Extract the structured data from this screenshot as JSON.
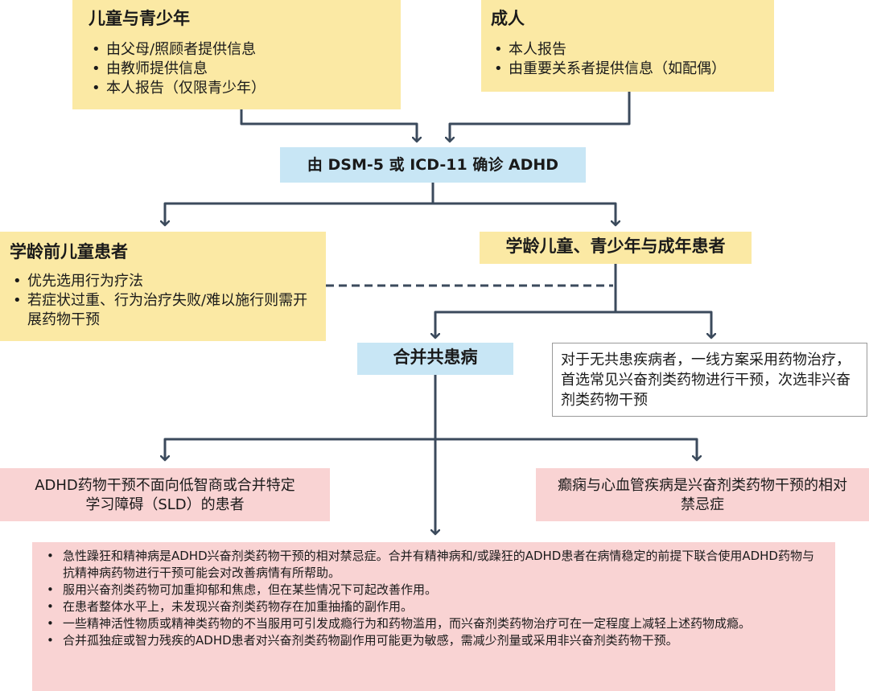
{
  "children_box": {
    "title": "儿童与青少年",
    "items": [
      "由父母/照顾者提供信息",
      "由教师提供信息",
      "本人报告（仅限青少年）"
    ]
  },
  "adult_box": {
    "title": "成人",
    "items": [
      "本人报告",
      "由重要关系者提供信息（如配偶）"
    ]
  },
  "diagnosis": "由 DSM-5 或 ICD-11 确诊 ADHD",
  "preschool_box": {
    "title": "学龄前儿童患者",
    "items": [
      "优先选用行为疗法",
      "若症状过重、行为治疗失败/难以施行则需开展药物干预"
    ]
  },
  "school_adult_box": {
    "title": "学龄儿童、青少年与成年患者"
  },
  "comorbidity": "合并共患病",
  "no_comorbidity_note": "对于无共患疾病者，一线方案采用药物治疗，首选常见兴奋剂类药物进行干预，次选非兴奋剂类药物干预",
  "left_note": "ADHD药物干预不面向低智商或合并特定学习障碍（SLD）的患者",
  "right_note": "癫痫与心血管疾病是兴奋剂类药物干预的相对禁忌症",
  "bottom_items": [
    "急性躁狂和精神病是ADHD兴奋剂类药物干预的相对禁忌症。合并有精神病和/或躁狂的ADHD患者在病情稳定的前提下联合使用ADHD药物与抗精神病药物进行干预可能会对改善病情有所帮助。",
    "服用兴奋剂类药物可加重抑郁和焦虑，但在某些情况下可起改善作用。",
    "在患者整体水平上，未发现兴奋剂类药物存在加重抽搐的副作用。",
    "一些精神活性物质或精神类药物的不当服用可引发成瘾行为和药物滥用，而兴奋剂类药物治疗可在一定程度上减轻上述药物成瘾。",
    "合并孤独症或智力残疾的ADHD患者对兴奋剂类药物副作用可能更为敏感，需减少剂量或采用非兴奋剂类药物干预。"
  ],
  "colors": {
    "yellow": "#fbe9a4",
    "blue": "#c8e6f5",
    "pink": "#f9d3d3",
    "arrow": "#3b4a5c"
  }
}
